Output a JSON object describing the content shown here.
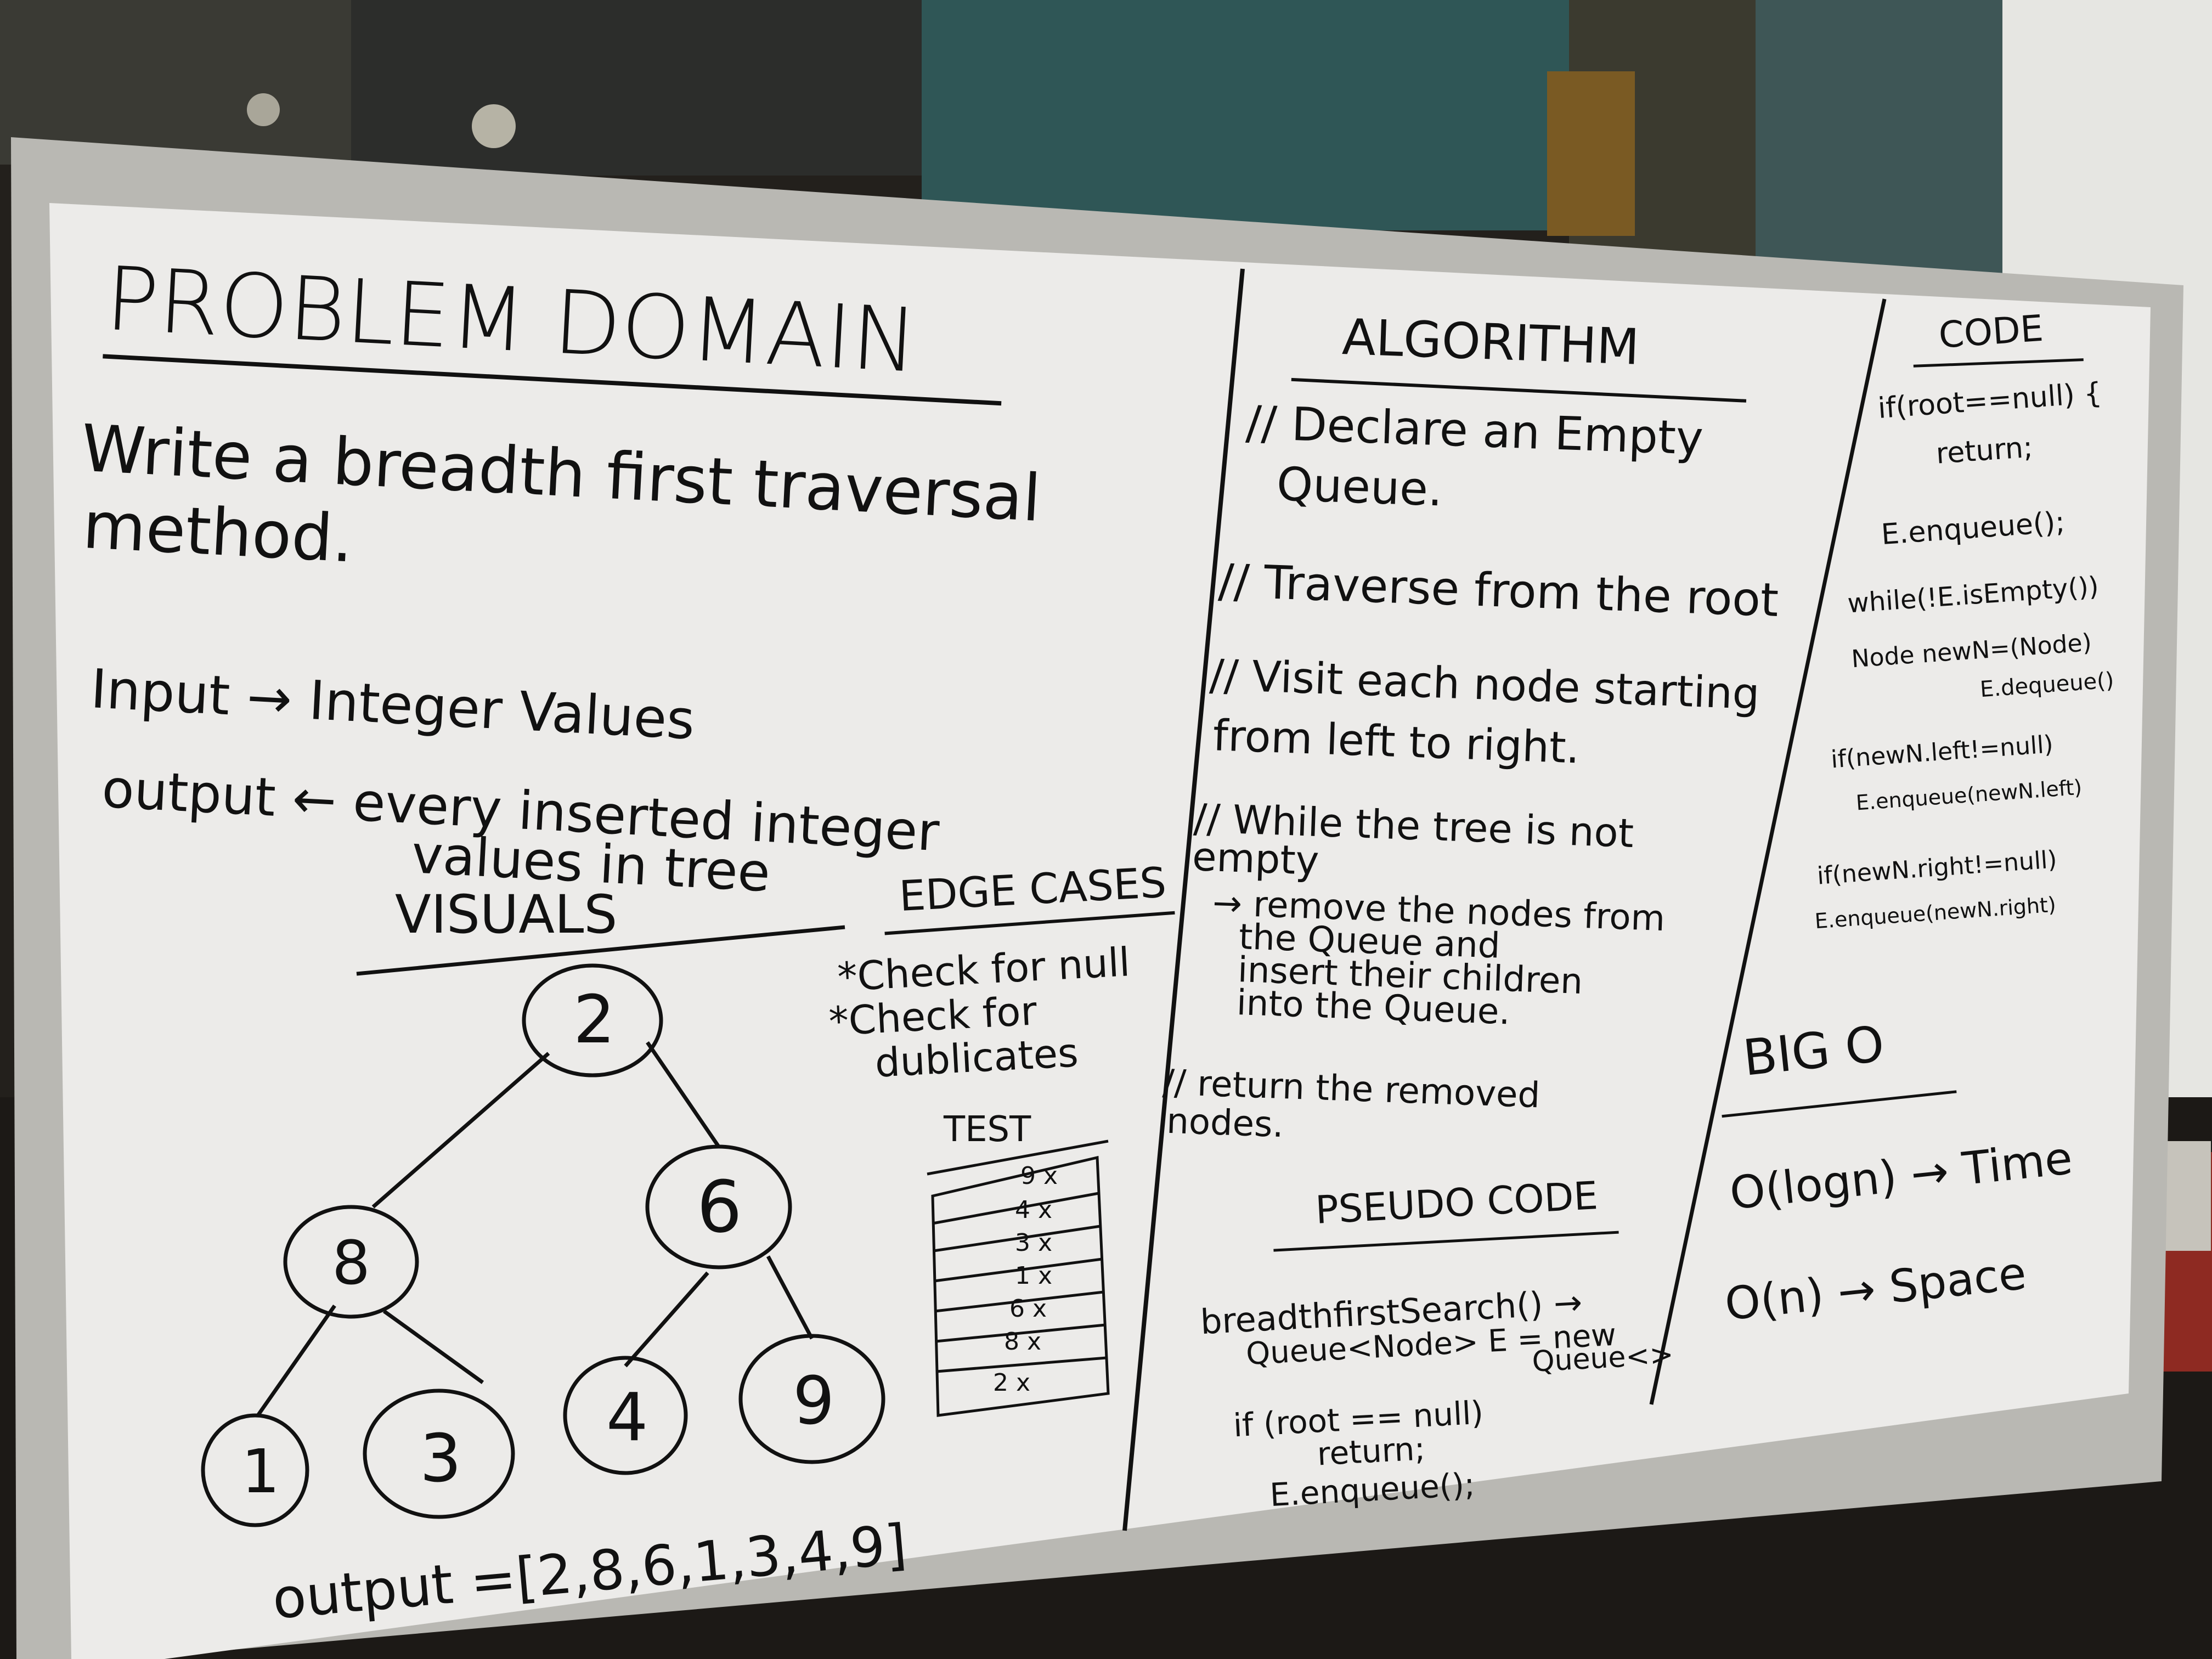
{
  "problem_domain": {
    "heading": "PROBLEM DOMAIN",
    "task_line1": "Write a breadth first traversal",
    "task_line2": "method.",
    "input_line": "Input → Integer Values",
    "output_line1": "output ← every inserted integer",
    "output_line2": "values in tree"
  },
  "visuals": {
    "heading": "VISUALS",
    "tree_nodes": [
      "2",
      "8",
      "6",
      "1",
      "3",
      "4",
      "9"
    ],
    "output_line": "output =[2,8,6,1,3,4,9]"
  },
  "edge_cases": {
    "heading": "EDGE CASES",
    "items": [
      "*Check for null",
      "*Check for",
      "dublicates"
    ]
  },
  "test": {
    "heading": "TEST",
    "stack": [
      "9 x",
      "4 x",
      "3 x",
      "1 x",
      "6 x",
      "8 x",
      "2 x"
    ]
  },
  "algorithm": {
    "heading": "ALGORITHM",
    "lines": [
      "// Declare an Empty",
      "Queue.",
      "// Traverse from the root",
      "// Visit each node starting",
      "from left to right.",
      "// While the tree is not",
      "empty",
      "→ remove the nodes from",
      "the Queue and",
      "insert their children",
      "into the Queue.",
      "// return the removed",
      "nodes."
    ]
  },
  "pseudo_code": {
    "heading": "PSEUDO CODE",
    "lines": [
      "breadthfirstSearch() →",
      "Queue<Node> E = new",
      "Queue<>",
      "if (root == null)",
      "return;",
      "E.enqueue();"
    ]
  },
  "code": {
    "heading": "CODE",
    "lines": [
      "if(root==null) {",
      "return;",
      "E.enqueue();",
      "while(!E.isEmpty())",
      "Node newN=(Node)",
      "E.dequeue()",
      "if(newN.left!=null)",
      "E.enqueue(newN.left)",
      "if(newN.right!=null)",
      "E.enqueue(newN.right)"
    ]
  },
  "big_o": {
    "heading": "BIG O",
    "time_line": "O(logn) → Time",
    "space_line": "O(n) → Space"
  },
  "colors": {
    "board": "#ecebe9",
    "frame": "#b9b8b3",
    "ink": "#111111",
    "wall": "#2f5656",
    "counter": "#1d1a17"
  }
}
